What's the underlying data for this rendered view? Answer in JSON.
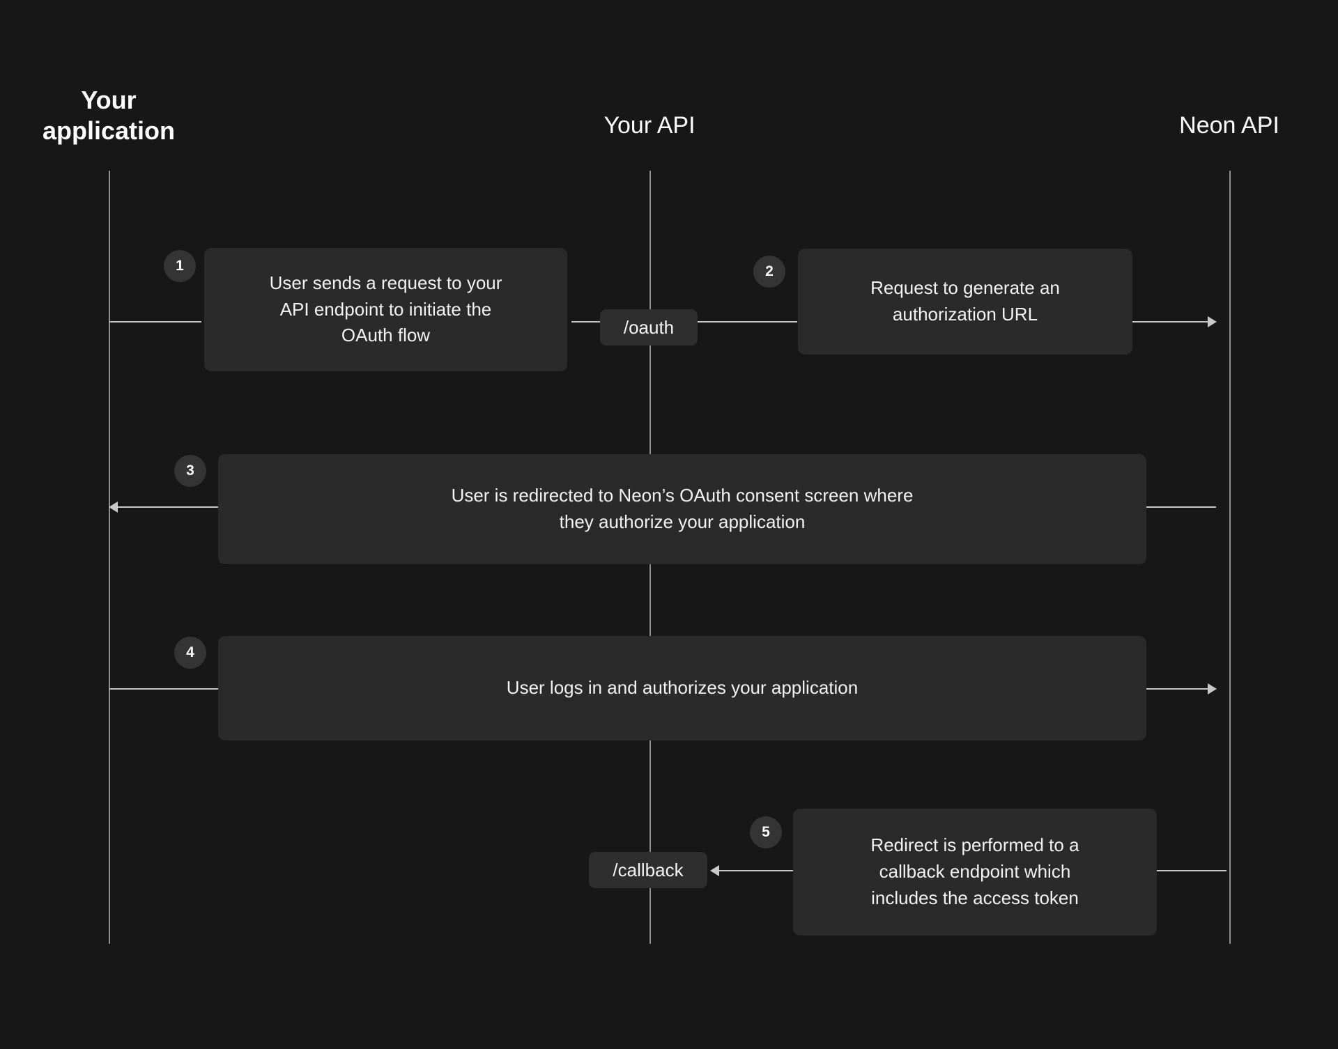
{
  "diagram": {
    "title": "Neon OAuth flow sequence diagram",
    "background_color": "#171717",
    "box_color": "#2a2a2a",
    "line_color": "#c9c9c9",
    "text_color": "#f2f2f2"
  },
  "columns": [
    {
      "id": "your-application",
      "label": "Your\napplication"
    },
    {
      "id": "your-api",
      "label": "Your API"
    },
    {
      "id": "neon-api",
      "label": "Neon API"
    }
  ],
  "steps": [
    {
      "number": "1",
      "text": "User sends a request to your\nAPI endpoint to initiate the\nOAuth flow",
      "from": "your-application",
      "to": "your-api",
      "direction": "right"
    },
    {
      "number": "2",
      "text": "Request to generate an\nauthorization URL",
      "from": "your-api",
      "to": "neon-api",
      "direction": "right"
    },
    {
      "number": "3",
      "text": "User is redirected to Neon’s OAuth consent screen where\nthey authorize your application",
      "from": "neon-api",
      "to": "your-application",
      "direction": "left"
    },
    {
      "number": "4",
      "text": "User logs in and authorizes your application",
      "from": "your-application",
      "to": "neon-api",
      "direction": "right"
    },
    {
      "number": "5",
      "text": "Redirect is performed to a\ncallback endpoint which\nincludes the access token",
      "from": "neon-api",
      "to": "your-api",
      "direction": "left"
    }
  ],
  "endpoints": [
    {
      "id": "oauth",
      "label": "/oauth"
    },
    {
      "id": "callback",
      "label": "/callback"
    }
  ]
}
